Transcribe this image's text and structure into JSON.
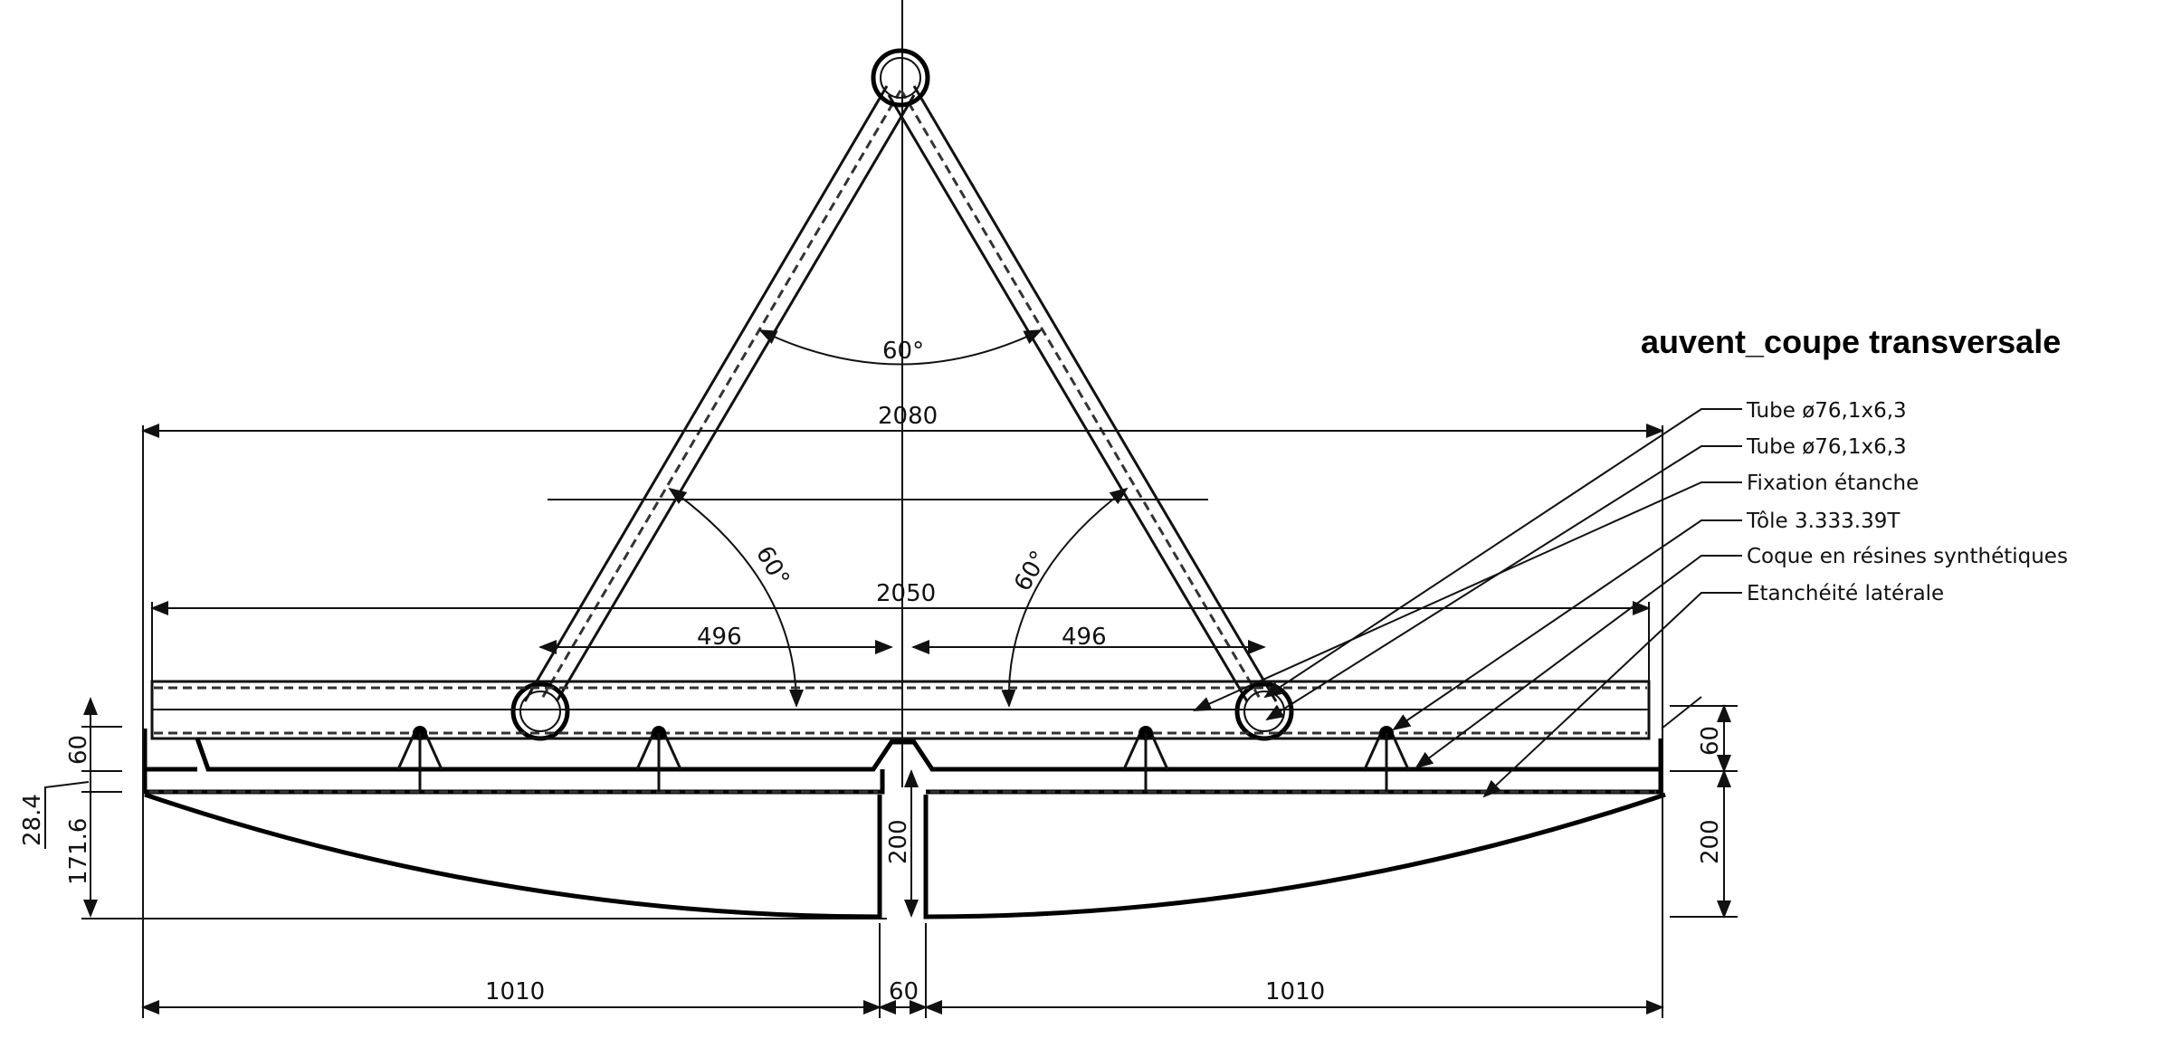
{
  "title": "auvent_coupe transversale",
  "labels": [
    "Tube ø76,1x6,3",
    "Tube ø76,1x6,3",
    "Fixation étanche",
    "Tôle 3.333.39T",
    "Coque en résines synthétiques",
    "Etanchéité latérale"
  ],
  "dimensions": {
    "angle_top": "60°",
    "angle_left": "60°",
    "angle_right": "60°",
    "width_overall": "2080",
    "width_beam": "2050",
    "offset_left": "496",
    "offset_right": "496",
    "height_left_60": "60",
    "height_left_28_4": "28.4",
    "height_left_171_6": "171.6",
    "height_center_200": "200",
    "height_right_60": "60",
    "height_right_200": "200",
    "shell_left_width": "1010",
    "gap_width": "60",
    "shell_right_width": "1010"
  },
  "colors": {
    "ink": "#111111",
    "background": "#ffffff"
  }
}
